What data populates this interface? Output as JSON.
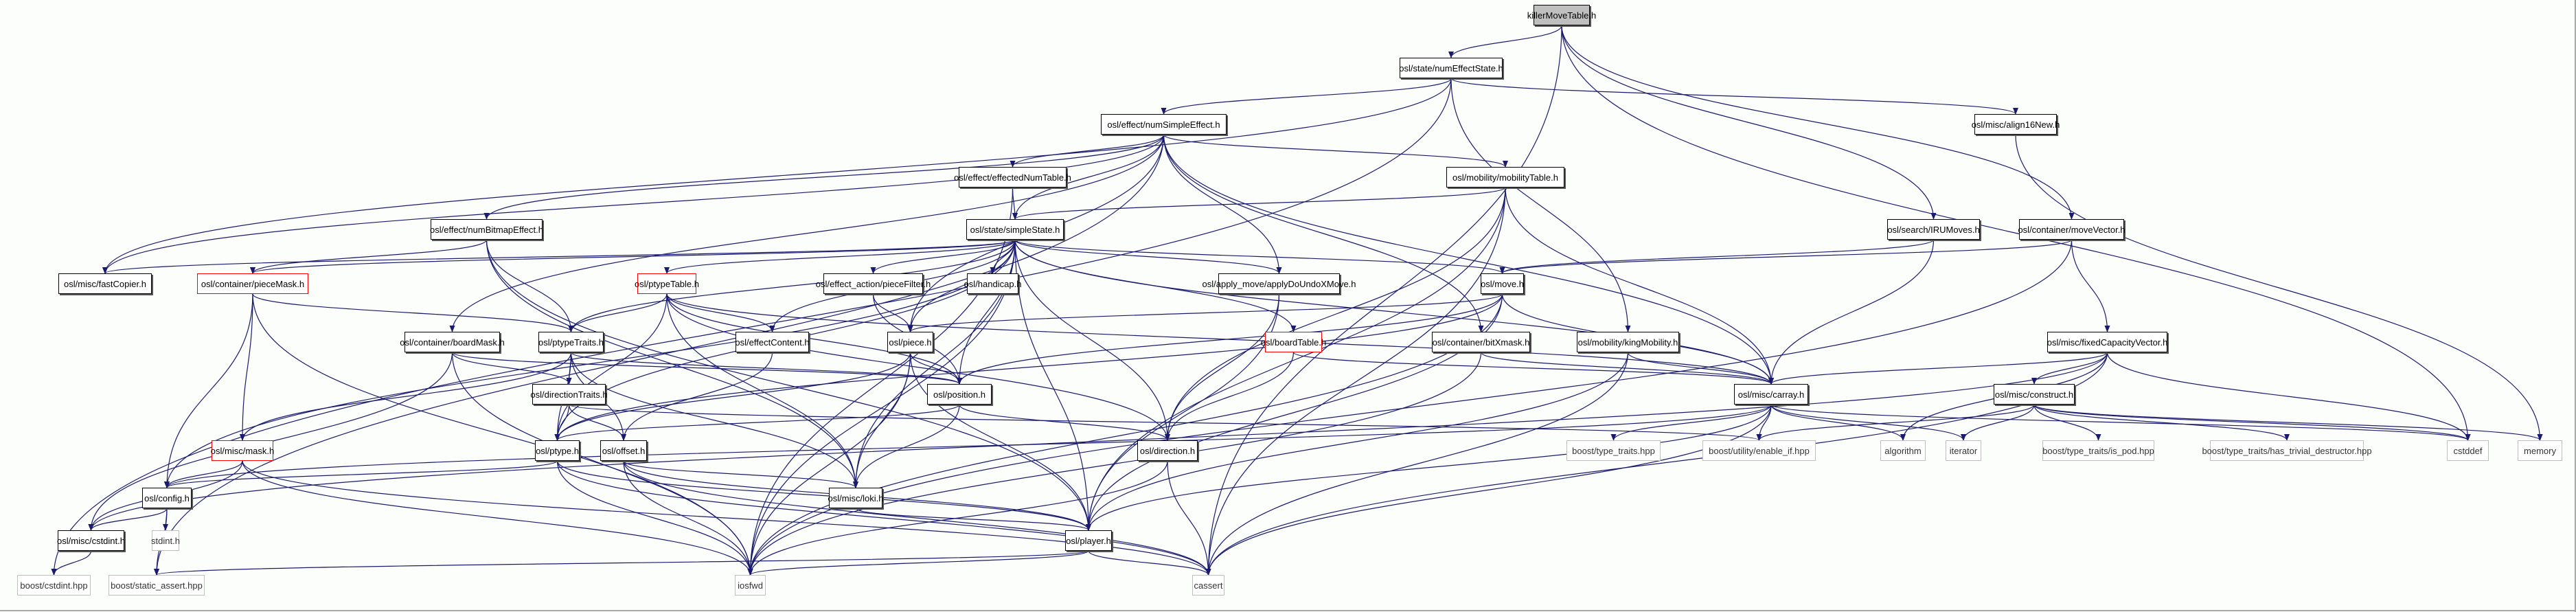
{
  "graph": {
    "edge_color": "#1a1a6e",
    "nodes": [
      {
        "id": "killerMoveTable",
        "label": "killerMoveTable.h",
        "style": "root"
      },
      {
        "id": "numEffectState",
        "label": "osl/state/numEffectState.h",
        "style": "normal"
      },
      {
        "id": "numSimpleEffect",
        "label": "osl/effect/numSimpleEffect.h",
        "style": "normal"
      },
      {
        "id": "align16New",
        "label": "osl/misc/align16New.h",
        "style": "normal"
      },
      {
        "id": "effectedNumTable",
        "label": "osl/effect/effectedNumTable.h",
        "style": "normal"
      },
      {
        "id": "mobilityTable",
        "label": "osl/mobility/mobilityTable.h",
        "style": "normal"
      },
      {
        "id": "numBitmapEffect",
        "label": "osl/effect/numBitmapEffect.h",
        "style": "normal"
      },
      {
        "id": "simpleState",
        "label": "osl/state/simpleState.h",
        "style": "normal"
      },
      {
        "id": "IRUMoves",
        "label": "osl/search/IRUMoves.h",
        "style": "normal"
      },
      {
        "id": "moveVector",
        "label": "osl/container/moveVector.h",
        "style": "normal"
      },
      {
        "id": "fastCopier",
        "label": "osl/misc/fastCopier.h",
        "style": "normal"
      },
      {
        "id": "pieceMask",
        "label": "osl/container/pieceMask.h",
        "style": "red"
      },
      {
        "id": "ptypeTable",
        "label": "osl/ptypeTable.h",
        "style": "red"
      },
      {
        "id": "pieceFilter",
        "label": "osl/effect_action/pieceFilter.h",
        "style": "normal"
      },
      {
        "id": "handicap",
        "label": "osl/handicap.h",
        "style": "normal"
      },
      {
        "id": "applyDoUndoXMove",
        "label": "osl/apply_move/applyDoUndoXMove.h",
        "style": "normal"
      },
      {
        "id": "move",
        "label": "osl/move.h",
        "style": "normal"
      },
      {
        "id": "boardMask",
        "label": "osl/container/boardMask.h",
        "style": "normal"
      },
      {
        "id": "ptypeTraits",
        "label": "osl/ptypeTraits.h",
        "style": "normal"
      },
      {
        "id": "effectContent",
        "label": "osl/effectContent.h",
        "style": "normal"
      },
      {
        "id": "piece",
        "label": "osl/piece.h",
        "style": "normal"
      },
      {
        "id": "boardTable",
        "label": "osl/boardTable.h",
        "style": "red"
      },
      {
        "id": "bitXmask",
        "label": "osl/container/bitXmask.h",
        "style": "normal"
      },
      {
        "id": "kingMobility",
        "label": "osl/mobility/kingMobility.h",
        "style": "normal"
      },
      {
        "id": "fixedCapacityVector",
        "label": "osl/misc/fixedCapacityVector.h",
        "style": "normal"
      },
      {
        "id": "directionTraits",
        "label": "osl/directionTraits.h",
        "style": "normal"
      },
      {
        "id": "position",
        "label": "osl/position.h",
        "style": "normal"
      },
      {
        "id": "carray",
        "label": "osl/misc/carray.h",
        "style": "normal"
      },
      {
        "id": "construct",
        "label": "osl/misc/construct.h",
        "style": "normal"
      },
      {
        "id": "mask",
        "label": "osl/misc/mask.h",
        "style": "red"
      },
      {
        "id": "ptype",
        "label": "osl/ptype.h",
        "style": "normal"
      },
      {
        "id": "offset",
        "label": "osl/offset.h",
        "style": "normal"
      },
      {
        "id": "direction",
        "label": "osl/direction.h",
        "style": "normal"
      },
      {
        "id": "boostTypeTraits",
        "label": "boost/type_traits.hpp",
        "style": "ext"
      },
      {
        "id": "enableIf",
        "label": "boost/utility/enable_if.hpp",
        "style": "ext"
      },
      {
        "id": "algorithm",
        "label": "algorithm",
        "style": "ext"
      },
      {
        "id": "iterator",
        "label": "iterator",
        "style": "ext"
      },
      {
        "id": "isPod",
        "label": "boost/type_traits/is_pod.hpp",
        "style": "ext"
      },
      {
        "id": "hasTrivialDestructor",
        "label": "boost/type_traits/has_trivial_destructor.hpp",
        "style": "ext"
      },
      {
        "id": "cstddef",
        "label": "cstddef",
        "style": "ext"
      },
      {
        "id": "memory",
        "label": "memory",
        "style": "ext"
      },
      {
        "id": "config",
        "label": "osl/config.h",
        "style": "normal"
      },
      {
        "id": "loki",
        "label": "osl/misc/loki.h",
        "style": "normal"
      },
      {
        "id": "cstdint",
        "label": "osl/misc/cstdint.h",
        "style": "normal"
      },
      {
        "id": "stdint",
        "label": "stdint.h",
        "style": "ext"
      },
      {
        "id": "player",
        "label": "osl/player.h",
        "style": "normal"
      },
      {
        "id": "boostCstdint",
        "label": "boost/cstdint.hpp",
        "style": "ext"
      },
      {
        "id": "staticAssert",
        "label": "boost/static_assert.hpp",
        "style": "ext"
      },
      {
        "id": "iosfwd",
        "label": "iosfwd",
        "style": "ext"
      },
      {
        "id": "cassert",
        "label": "cassert",
        "style": "ext"
      }
    ],
    "edges": [
      [
        "killerMoveTable",
        "numEffectState"
      ],
      [
        "killerMoveTable",
        "IRUMoves"
      ],
      [
        "killerMoveTable",
        "moveVector"
      ],
      [
        "killerMoveTable",
        "cstddef"
      ],
      [
        "killerMoveTable",
        "cassert"
      ],
      [
        "numEffectState",
        "numSimpleEffect"
      ],
      [
        "numEffectState",
        "align16New"
      ],
      [
        "numEffectState",
        "fastCopier"
      ],
      [
        "numEffectState",
        "kingMobility"
      ],
      [
        "numEffectState",
        "boostCstdint"
      ],
      [
        "numSimpleEffect",
        "effectedNumTable"
      ],
      [
        "numSimpleEffect",
        "mobilityTable"
      ],
      [
        "numSimpleEffect",
        "numBitmapEffect"
      ],
      [
        "numSimpleEffect",
        "simpleState"
      ],
      [
        "numSimpleEffect",
        "fastCopier"
      ],
      [
        "numSimpleEffect",
        "boardMask"
      ],
      [
        "numSimpleEffect",
        "applyDoUndoXMove"
      ],
      [
        "numSimpleEffect",
        "bitXmask"
      ],
      [
        "numSimpleEffect",
        "carray"
      ],
      [
        "numSimpleEffect",
        "piece"
      ],
      [
        "numSimpleEffect",
        "staticAssert"
      ],
      [
        "align16New",
        "memory"
      ],
      [
        "effectedNumTable",
        "simpleState"
      ],
      [
        "effectedNumTable",
        "iosfwd"
      ],
      [
        "mobilityTable",
        "simpleState"
      ],
      [
        "mobilityTable",
        "carray"
      ],
      [
        "mobilityTable",
        "direction"
      ],
      [
        "mobilityTable",
        "player"
      ],
      [
        "mobilityTable",
        "cassert"
      ],
      [
        "numBitmapEffect",
        "pieceMask"
      ],
      [
        "numBitmapEffect",
        "ptypeTraits"
      ],
      [
        "numBitmapEffect",
        "loki"
      ],
      [
        "numBitmapEffect",
        "player"
      ],
      [
        "simpleState",
        "fastCopier"
      ],
      [
        "simpleState",
        "pieceMask"
      ],
      [
        "simpleState",
        "ptypeTable"
      ],
      [
        "simpleState",
        "pieceFilter"
      ],
      [
        "simpleState",
        "handicap"
      ],
      [
        "simpleState",
        "applyDoUndoXMove"
      ],
      [
        "simpleState",
        "move"
      ],
      [
        "simpleState",
        "boardTable"
      ],
      [
        "simpleState",
        "ptypeTraits"
      ],
      [
        "simpleState",
        "effectContent"
      ],
      [
        "simpleState",
        "piece"
      ],
      [
        "simpleState",
        "position"
      ],
      [
        "simpleState",
        "carray"
      ],
      [
        "simpleState",
        "direction"
      ],
      [
        "simpleState",
        "player"
      ],
      [
        "simpleState",
        "loki"
      ],
      [
        "simpleState",
        "config"
      ],
      [
        "simpleState",
        "ptype"
      ],
      [
        "simpleState",
        "iosfwd"
      ],
      [
        "IRUMoves",
        "move"
      ],
      [
        "IRUMoves",
        "carray"
      ],
      [
        "moveVector",
        "move"
      ],
      [
        "moveVector",
        "fixedCapacityVector"
      ],
      [
        "moveVector",
        "iosfwd"
      ],
      [
        "pieceMask",
        "ptypeTraits"
      ],
      [
        "pieceMask",
        "mask"
      ],
      [
        "pieceMask",
        "config"
      ],
      [
        "pieceMask",
        "iosfwd"
      ],
      [
        "ptypeTable",
        "ptypeTraits"
      ],
      [
        "ptypeTable",
        "effectContent"
      ],
      [
        "ptypeTable",
        "position"
      ],
      [
        "ptypeTable",
        "carray"
      ],
      [
        "ptypeTable",
        "ptype"
      ],
      [
        "ptypeTable",
        "direction"
      ],
      [
        "ptypeTable",
        "loki"
      ],
      [
        "pieceFilter",
        "piece"
      ],
      [
        "pieceFilter",
        "position"
      ],
      [
        "applyDoUndoXMove",
        "player"
      ],
      [
        "applyDoUndoXMove",
        "direction"
      ],
      [
        "move",
        "piece"
      ],
      [
        "move",
        "position"
      ],
      [
        "move",
        "ptype"
      ],
      [
        "move",
        "player"
      ],
      [
        "move",
        "carray"
      ],
      [
        "move",
        "iosfwd"
      ],
      [
        "boardMask",
        "directionTraits"
      ],
      [
        "boardMask",
        "position"
      ],
      [
        "boardMask",
        "cstdint"
      ],
      [
        "boardMask",
        "iosfwd"
      ],
      [
        "ptypeTraits",
        "directionTraits"
      ],
      [
        "ptypeTraits",
        "ptype"
      ],
      [
        "ptypeTraits",
        "offset"
      ],
      [
        "ptypeTraits",
        "position"
      ],
      [
        "ptypeTraits",
        "mask"
      ],
      [
        "ptypeTraits",
        "loki"
      ],
      [
        "effectContent",
        "offset"
      ],
      [
        "piece",
        "position"
      ],
      [
        "piece",
        "ptype"
      ],
      [
        "piece",
        "player"
      ],
      [
        "piece",
        "loki"
      ],
      [
        "piece",
        "iosfwd"
      ],
      [
        "boardTable",
        "direction"
      ],
      [
        "boardTable",
        "carray"
      ],
      [
        "bitXmask",
        "carray"
      ],
      [
        "bitXmask",
        "iosfwd"
      ],
      [
        "kingMobility",
        "carray"
      ],
      [
        "kingMobility",
        "player"
      ],
      [
        "kingMobility",
        "cassert"
      ],
      [
        "fixedCapacityVector",
        "construct"
      ],
      [
        "fixedCapacityVector",
        "carray"
      ],
      [
        "fixedCapacityVector",
        "algorithm"
      ],
      [
        "fixedCapacityVector",
        "cstddef"
      ],
      [
        "fixedCapacityVector",
        "cassert"
      ],
      [
        "fixedCapacityVector",
        "cstdint"
      ],
      [
        "directionTraits",
        "ptype"
      ],
      [
        "directionTraits",
        "offset"
      ],
      [
        "directionTraits",
        "enableIf"
      ],
      [
        "position",
        "ptype"
      ],
      [
        "position",
        "direction"
      ],
      [
        "position",
        "loki"
      ],
      [
        "carray",
        "boostTypeTraits"
      ],
      [
        "carray",
        "enableIf"
      ],
      [
        "carray",
        "algorithm"
      ],
      [
        "carray",
        "iterator"
      ],
      [
        "carray",
        "cstddef"
      ],
      [
        "carray",
        "cassert"
      ],
      [
        "carray",
        "player"
      ],
      [
        "carray",
        "config"
      ],
      [
        "construct",
        "isPod"
      ],
      [
        "construct",
        "hasTrivialDestructor"
      ],
      [
        "construct",
        "iterator"
      ],
      [
        "construct",
        "memory"
      ],
      [
        "construct",
        "cstddef"
      ],
      [
        "construct",
        "enableIf"
      ],
      [
        "mask",
        "config"
      ],
      [
        "mask",
        "cstdint"
      ],
      [
        "mask",
        "iosfwd"
      ],
      [
        "mask",
        "cassert"
      ],
      [
        "ptype",
        "config"
      ],
      [
        "ptype",
        "player"
      ],
      [
        "ptype",
        "iosfwd"
      ],
      [
        "ptype",
        "cassert"
      ],
      [
        "offset",
        "loki"
      ],
      [
        "offset",
        "player"
      ],
      [
        "offset",
        "iosfwd"
      ],
      [
        "offset",
        "cassert"
      ],
      [
        "direction",
        "iosfwd"
      ],
      [
        "direction",
        "cassert"
      ],
      [
        "config",
        "cstdint"
      ],
      [
        "config",
        "stdint"
      ],
      [
        "config",
        "staticAssert"
      ],
      [
        "loki",
        "player"
      ],
      [
        "cstdint",
        "boostCstdint"
      ],
      [
        "player",
        "iosfwd"
      ],
      [
        "player",
        "cassert"
      ],
      [
        "player",
        "staticAssert"
      ]
    ]
  }
}
